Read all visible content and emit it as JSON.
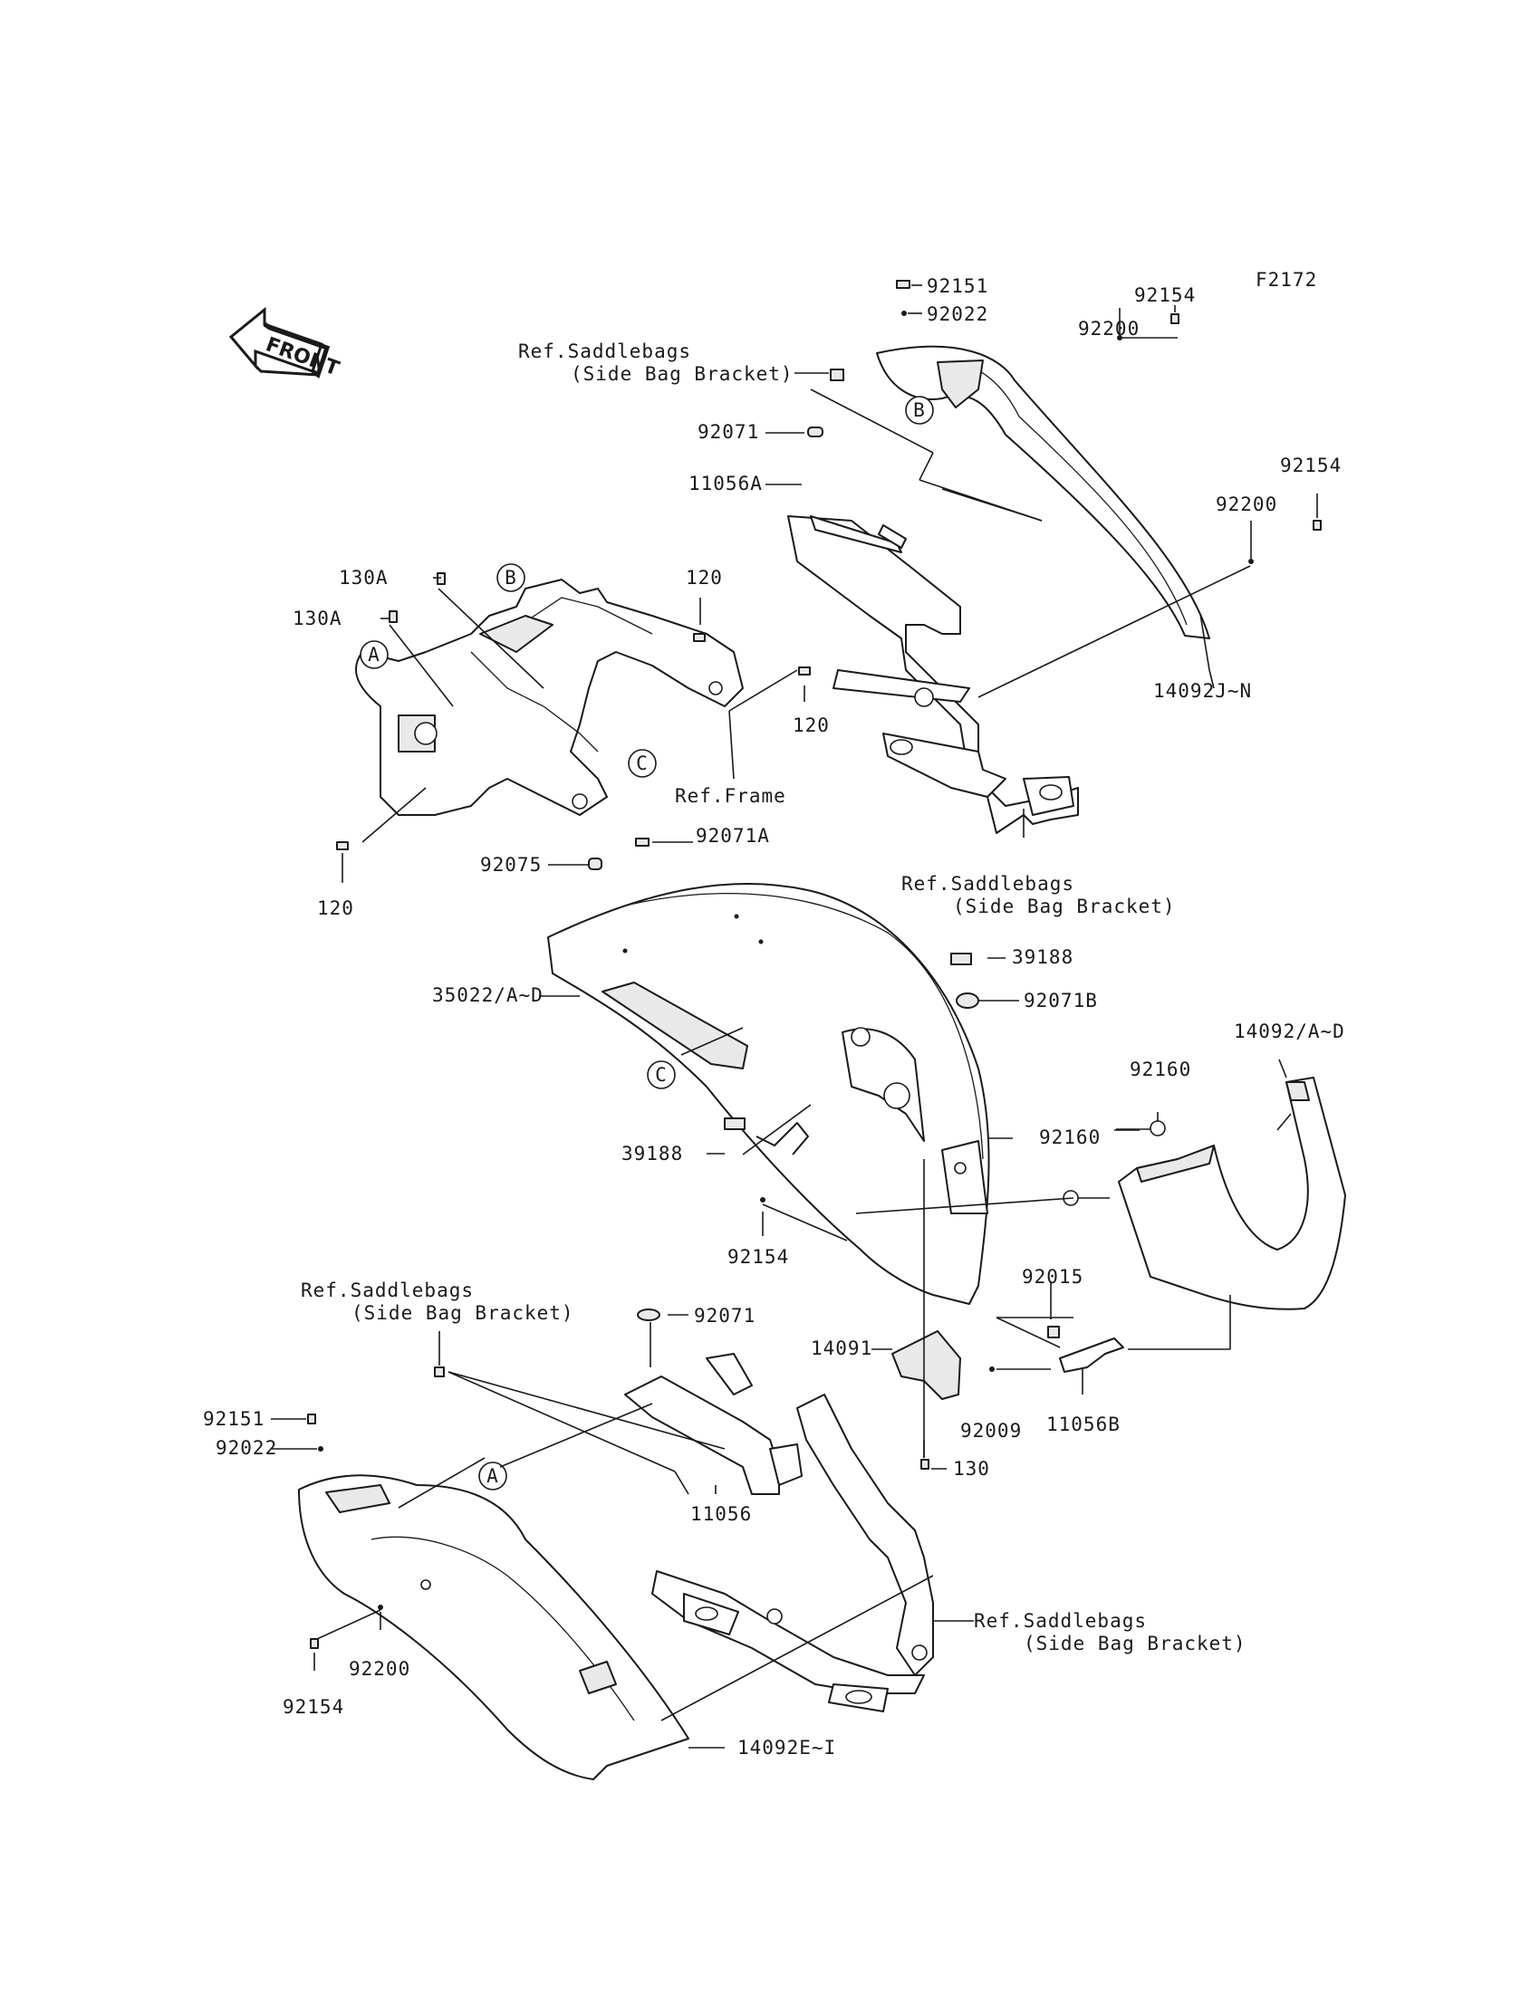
{
  "figure_code": "F2172",
  "front_arrow": {
    "text": "FRONT"
  },
  "reference_markers": [
    "A",
    "B",
    "C"
  ],
  "labels": {
    "p92151_top": "92151",
    "p92022_top": "92022",
    "p92154_top1": "92154",
    "p92200_top1": "92200",
    "ref_bracket_top_1": "Ref.Saddlebags",
    "ref_bracket_top_2": "(Side Bag Bracket)",
    "p92071_top": "92071",
    "p11056A": "11056A",
    "p92154_top2": "92154",
    "p92200_top2": "92200",
    "p14092JN": "14092J~N",
    "p130A_1": "130A",
    "p130A_2": "130A",
    "p120_top": "120",
    "p120_mid": "120",
    "ref_frame": "Ref.Frame",
    "p120_left": "120",
    "p92071A": "92071A",
    "p92075": "92075",
    "ref_bracket_mid_1": "Ref.Saddlebags",
    "ref_bracket_mid_2": "(Side Bag Bracket)",
    "p39188_top": "39188",
    "p35022": "35022/A~D",
    "p92071B": "92071B",
    "p14092AD": "14092/A~D",
    "p92160_top": "92160",
    "p92160_mid": "92160",
    "p39188_mid": "39188",
    "p92154_mid": "92154",
    "p92015": "92015",
    "ref_bracket_low_1": "Ref.Saddlebags",
    "ref_bracket_low_2": "(Side Bag Bracket)",
    "p92071_low": "92071",
    "p14091": "14091",
    "p92151_low": "92151",
    "p92022_low": "92022",
    "p11056": "11056",
    "p92009": "92009",
    "p11056B": "11056B",
    "p130": "130",
    "ref_bracket_bot_1": "Ref.Saddlebags",
    "ref_bracket_bot_2": "(Side Bag Bracket)",
    "p92200_low": "92200",
    "p92154_low": "92154",
    "p14092EI": "14092E~I"
  }
}
